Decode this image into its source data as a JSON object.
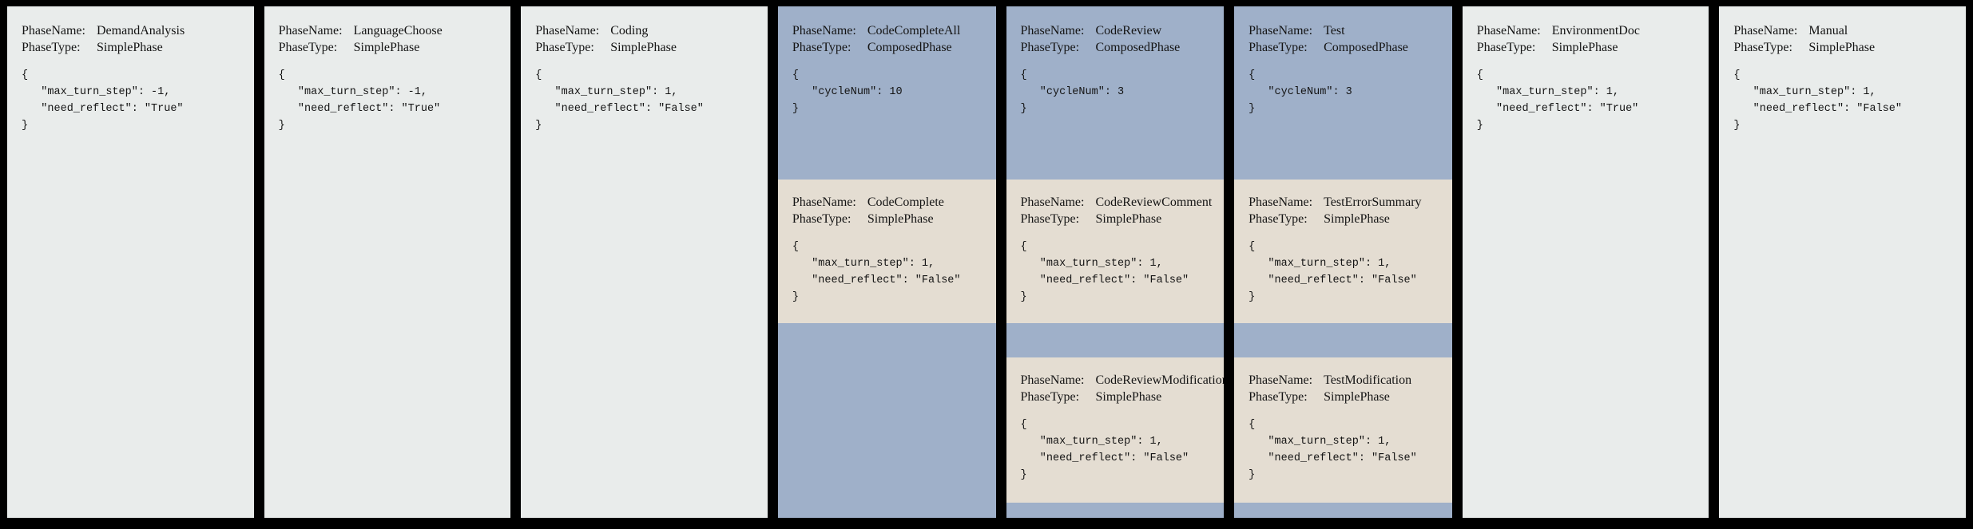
{
  "diagram": {
    "labels": {
      "phase_name": "PhaseName:",
      "phase_type": "PhaseType:"
    },
    "colors": {
      "page_bg": "#000000",
      "simple_phase_bg": "#e9eceb",
      "composed_phase_bg": "#9fb0c9",
      "sub_phase_bg": "#e4ddd2",
      "text": "#141414"
    },
    "phases": [
      {
        "name": "DemandAnalysis",
        "type": "SimplePhase",
        "config": "{\n   \"max_turn_step\": -1,\n   \"need_reflect\": \"True\"\n}"
      },
      {
        "name": "LanguageChoose",
        "type": "SimplePhase",
        "config": "{\n   \"max_turn_step\": -1,\n   \"need_reflect\": \"True\"\n}"
      },
      {
        "name": "Coding",
        "type": "SimplePhase",
        "config": "{\n   \"max_turn_step\": 1,\n   \"need_reflect\": \"False\"\n}"
      },
      {
        "name": "CodeCompleteAll",
        "type": "ComposedPhase",
        "config": "{\n   \"cycleNum\": 10\n}",
        "subphases": [
          {
            "name": "CodeComplete",
            "type": "SimplePhase",
            "config": "{\n   \"max_turn_step\": 1,\n   \"need_reflect\": \"False\"\n}"
          }
        ]
      },
      {
        "name": "CodeReview",
        "type": "ComposedPhase",
        "config": "{\n   \"cycleNum\": 3\n}",
        "subphases": [
          {
            "name": "CodeReviewComment",
            "type": "SimplePhase",
            "config": "{\n   \"max_turn_step\": 1,\n   \"need_reflect\": \"False\"\n}"
          },
          {
            "name": "CodeReviewModification",
            "type": "SimplePhase",
            "config": "{\n   \"max_turn_step\": 1,\n   \"need_reflect\": \"False\"\n}"
          }
        ]
      },
      {
        "name": "Test",
        "type": "ComposedPhase",
        "config": "{\n   \"cycleNum\": 3\n}",
        "subphases": [
          {
            "name": "TestErrorSummary",
            "type": "SimplePhase",
            "config": "{\n   \"max_turn_step\": 1,\n   \"need_reflect\": \"False\"\n}"
          },
          {
            "name": "TestModification",
            "type": "SimplePhase",
            "config": "{\n   \"max_turn_step\": 1,\n   \"need_reflect\": \"False\"\n}"
          }
        ]
      },
      {
        "name": "EnvironmentDoc",
        "type": "SimplePhase",
        "config": "{\n   \"max_turn_step\": 1,\n   \"need_reflect\": \"True\"\n}"
      },
      {
        "name": "Manual",
        "type": "SimplePhase",
        "config": "{\n   \"max_turn_step\": 1,\n   \"need_reflect\": \"False\"\n}"
      }
    ]
  }
}
